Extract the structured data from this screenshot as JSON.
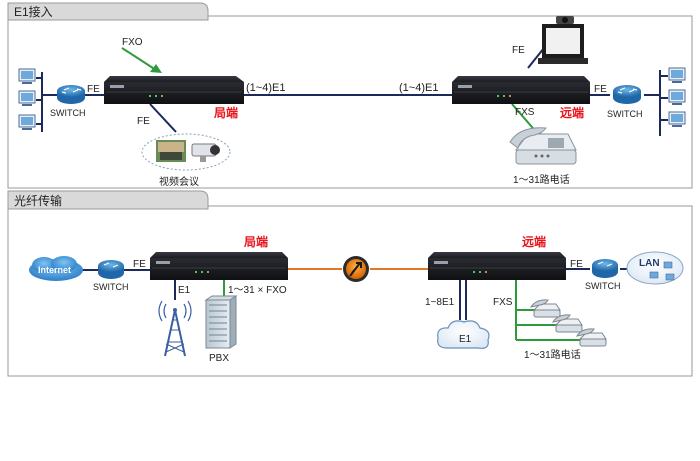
{
  "panel1": {
    "title": "E1接入",
    "labels": {
      "fxo": "FXO",
      "fe_left": "FE",
      "fe_video": "FE",
      "switch_left": "SWITCH",
      "link_left": "(1~4)E1",
      "link_right": "(1~4)E1",
      "local_end": "局端",
      "remote_end": "远端",
      "fe_tv": "FE",
      "fe_right": "FE",
      "switch_right": "SWITCH",
      "fxs": "FXS",
      "video_conf": "视频会议",
      "phones": "1～31路电话"
    }
  },
  "panel2": {
    "title": "光纤传输",
    "labels": {
      "internet": "Internet",
      "switch_left": "SWITCH",
      "fe_left": "FE",
      "local_end": "局端",
      "e1": "E1",
      "fxo_count": "1～31 × FXO",
      "pbx": "PBX",
      "remote_end": "远端",
      "lan": "LAN",
      "fe_right": "FE",
      "switch_right": "SWITCH",
      "e1_count": "1~8E1",
      "fxs": "FXS",
      "e1_cloud": "E1",
      "phones": "1～31路电话"
    }
  },
  "colors": {
    "tab_fill": "#d9d9d9",
    "panel_border": "#9a9a9a",
    "accent_red": "#e8151b",
    "green_line": "#2f9a3c",
    "navy_line": "#1b2a5a",
    "fiber_line": "#e07a2a",
    "device_body": "#1c1d22"
  }
}
